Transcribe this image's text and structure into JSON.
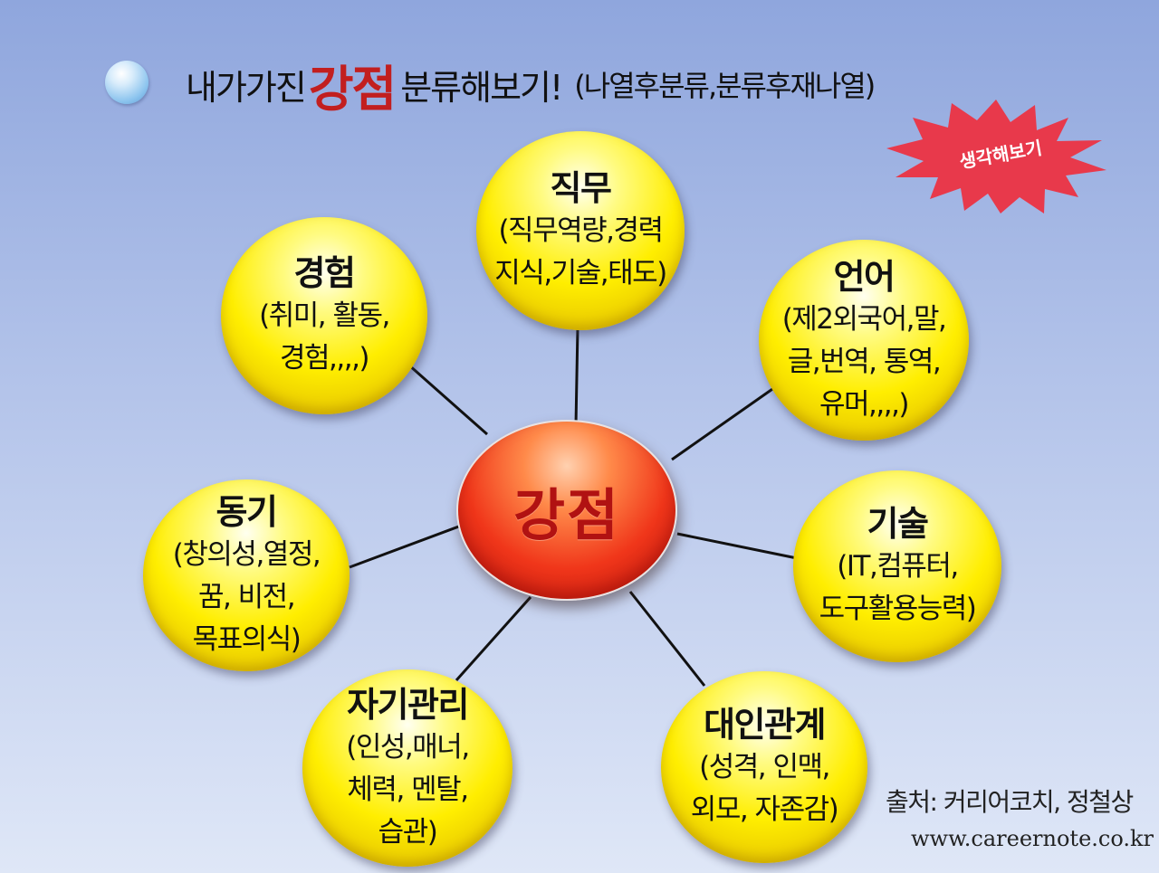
{
  "title": {
    "part1": "내가가진",
    "highlight": "강점",
    "part2": "분류해보기!",
    "note": "(나열후분류,분류후재나열)"
  },
  "starburst": {
    "text": "생각해보기"
  },
  "center": {
    "label": "강점"
  },
  "nodes": {
    "job": {
      "head": "직무",
      "body": "(직무역량,경력\n지식,기술,태도)"
    },
    "experience": {
      "head": "경험",
      "body": "(취미, 활동,\n경험,,,,)"
    },
    "language": {
      "head": "언어",
      "body": "(제2외국어,말,\n글,번역, 통역,\n유머,,,,)"
    },
    "skill": {
      "head": "기술",
      "body": "(IT,컴퓨터,\n도구활용능력)"
    },
    "relationship": {
      "head": "대인관계",
      "body": "(성격, 인맥,\n외모, 자존감)"
    },
    "self_management": {
      "head": "자기관리",
      "body": "(인성,매너,\n체력, 멘탈,\n습관)"
    },
    "motivation": {
      "head": "동기",
      "body": "(창의성,열정,\n꿈, 비전,\n목표의식)"
    }
  },
  "source": {
    "credit": "출처: 커리어코치, 정철상",
    "url": "www.careernote.co.kr"
  },
  "colors": {
    "accent_red": "#c21f1f",
    "node_yellow": "#ffee00",
    "center_red": "#f0361a",
    "starburst_red": "#e8394b"
  }
}
